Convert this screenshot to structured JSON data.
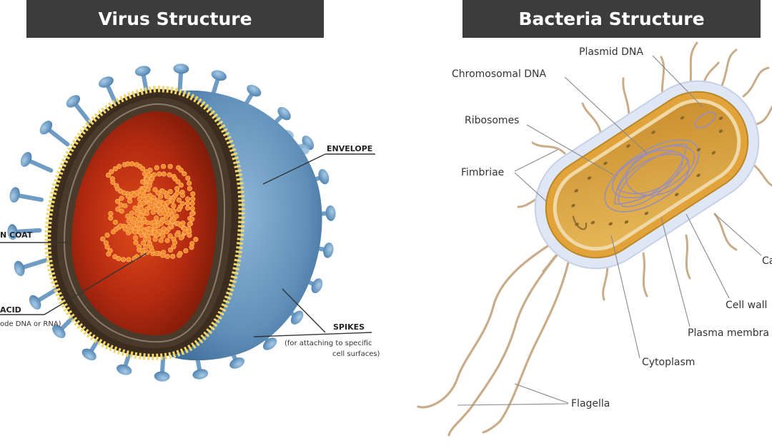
{
  "virus": {
    "title": "Virus Structure",
    "labels": {
      "envelope": "ENVELOPE",
      "coat": "N COAT",
      "acid": "ACID",
      "acid_note": "ode DNA or RNA)",
      "spikes": "SPIKES",
      "spikes_note_1": "(for attaching to specific",
      "spikes_note_2": "cell surfaces)"
    },
    "colors": {
      "envelope": "#5f8fb8",
      "coat": "#4a3a2a",
      "beads": "#f2d86b",
      "interior": "#b32a10",
      "nucleic_acid": "#f08a2a"
    }
  },
  "bacteria": {
    "title": "Bacteria Structure",
    "labels": {
      "plasmid_dna": "Plasmid DNA",
      "chromosomal_dna": "Chromosomal DNA",
      "ribosomes": "Ribosomes",
      "fimbriae": "Fimbriae",
      "capsule": "Ca",
      "cell_wall": "Cell wall",
      "plasma_membrane": "Plasma membra",
      "cytoplasm": "Cytoplasm",
      "flagella": "Flagella"
    },
    "colors": {
      "capsule": "#dfe6f4",
      "cell_wall": "#e2a43a",
      "cytoplasm": "#d9a546",
      "dna": "#9a8fb8",
      "appendages": "#c9ad8a"
    }
  }
}
